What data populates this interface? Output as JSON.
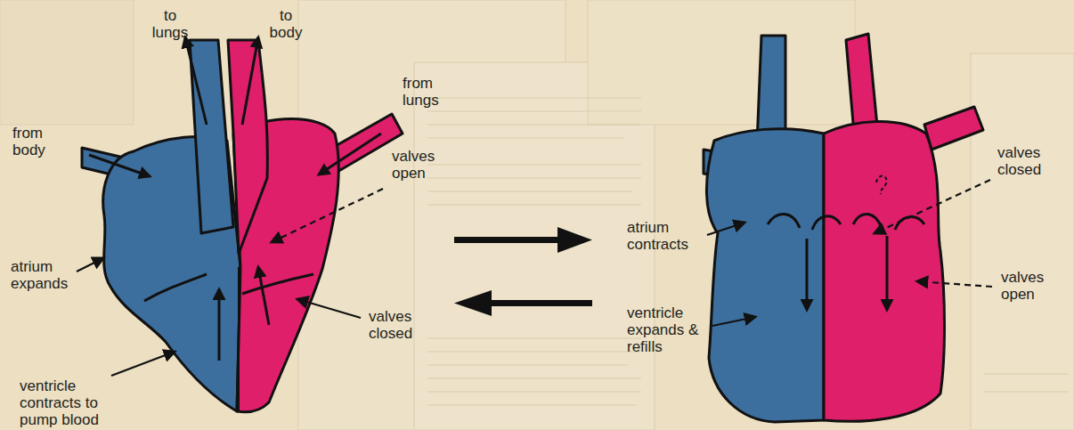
{
  "diagram": {
    "labels": [
      "to lungs",
      "to body",
      "from lungs",
      "from body",
      "valves open",
      "atrium expands",
      "valves closed",
      "ventricle contracts to pump blood",
      "atrium contracts",
      "valves closed",
      "valves open",
      "ventricle expands & refills"
    ]
  }
}
